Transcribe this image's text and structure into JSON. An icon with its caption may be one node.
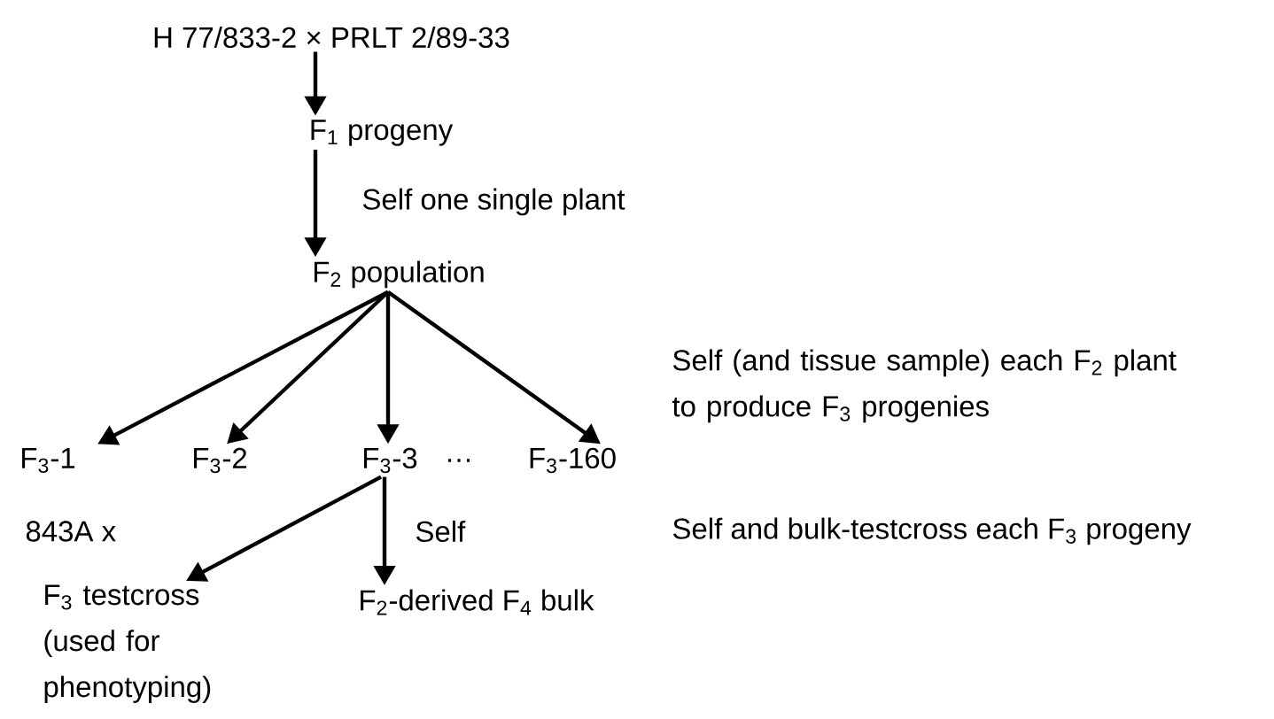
{
  "diagram": {
    "nodes": [
      {
        "text": [
          "H 77/833-2 × PRLT 2/89-33"
        ]
      },
      {
        "text": [
          "F$_{1}$ progeny"
        ]
      },
      {
        "text": [
          "F$_{2}$ population"
        ]
      },
      {
        "text": [
          "F$_{3}$-1"
        ]
      },
      {
        "text": [
          "F$_{3}$-2"
        ]
      },
      {
        "text": [
          "F$_{3}$-3"
        ]
      },
      {
        "text": [
          "F$_{3}$-160"
        ]
      },
      {
        "text": [
          "F$_{3}$ testcross (used for phenotyping)"
        ]
      },
      {
        "text": [
          "F$_{2}$-derived F$_{4}$ bulk"
        ]
      }
    ],
    "edges": [
      {
        "from": 0,
        "to": 1,
        "arrow": "to"
      },
      {
        "from": 1,
        "to": 2,
        "arrow": "to",
        "label": "Self one single plant"
      },
      {
        "from": 2,
        "to": 3,
        "arrow": "to"
      },
      {
        "from": 2,
        "to": 4,
        "arrow": "to"
      },
      {
        "from": 2,
        "to": 5,
        "arrow": "to"
      },
      {
        "from": 2,
        "to": 6,
        "arrow": "to"
      },
      {
        "from": 5,
        "to": 7,
        "arrow": "to"
      },
      {
        "from": 5,
        "to": 8,
        "arrow": "to",
        "label": "Self"
      }
    ],
    "labels": [
      "…",
      "Self (and tissue sample) each F$_{2}$ plant to produce F$_{3}$ progenies",
      "843A x",
      "Self and bulk-testcross each F$_{3}$ progeny"
    ]
  }
}
